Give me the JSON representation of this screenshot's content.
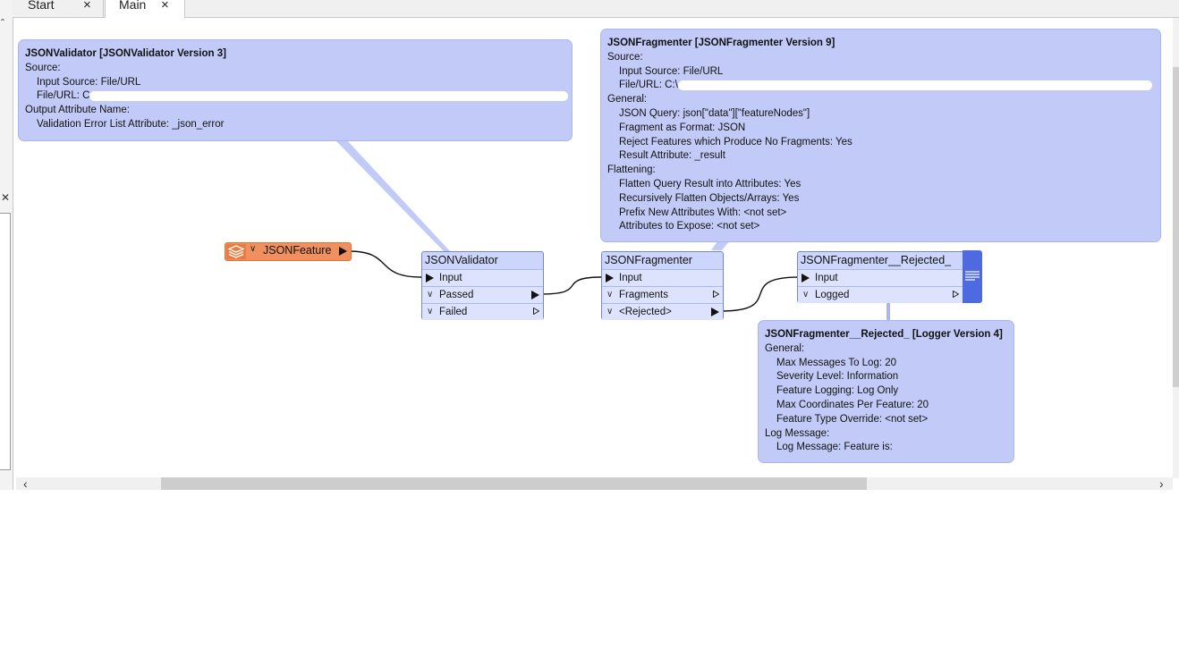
{
  "tabs": [
    {
      "label": "Start",
      "close": "×"
    },
    {
      "label": "Main",
      "close": "×"
    }
  ],
  "left_strip": {
    "glyphs": [
      "ˆ",
      "✕",
      "…"
    ]
  },
  "scroll": {
    "left": "‹",
    "right": "›"
  },
  "colors": {
    "annotation_bg": "#c2cbf8",
    "transformer_bg": "#ccd5fb",
    "transformer_border": "#6f86e6",
    "reader_bg": "#f0905e",
    "logger_accent": "#4d6ae0"
  },
  "annotations": {
    "validator": {
      "title": "JSONValidator [JSONValidator Version 3]",
      "lines": [
        "Source:",
        "Input Source: File/URL",
        "File/URL: C",
        "Output Attribute Name:",
        "Validation Error List Attribute: _json_error"
      ]
    },
    "fragmenter": {
      "title": "JSONFragmenter [JSONFragmenter Version 9]",
      "lines": [
        "Source:",
        "Input Source: File/URL",
        "File/URL: C:\\",
        "General:",
        "JSON Query: json[\"data\"][\"featureNodes\"]",
        "Fragment as Format: JSON",
        "Reject Features which Produce No Fragments: Yes",
        "Result Attribute: _result",
        "Flattening:",
        "Flatten Query Result into Attributes: Yes",
        "Recursively Flatten Objects/Arrays: Yes",
        "Prefix New Attributes With: <not set>",
        "Attributes to Expose: <not set>"
      ]
    },
    "logger": {
      "title": "JSONFragmenter__Rejected_ [Logger Version 4]",
      "lines": [
        "General:",
        "Max Messages To Log: 20",
        "Severity Level: Information",
        "Feature Logging: Log Only",
        "Max Coordinates Per Feature: 20",
        "Feature Type Override: <not set>",
        "Log Message:",
        "Log Message: Feature is:"
      ]
    }
  },
  "reader": {
    "chevron": "∨",
    "name": "JSONFeature",
    "icon": "layers-icon"
  },
  "transformers": {
    "validator": {
      "name": "JSONValidator",
      "ports": [
        "Input",
        "Passed",
        "Failed"
      ]
    },
    "fragmenter": {
      "name": "JSONFragmenter",
      "ports": [
        "Input",
        "Fragments",
        "<Rejected>"
      ]
    },
    "logger": {
      "name": "JSONFragmenter__Rejected_",
      "ports": [
        "Input",
        "Logged"
      ]
    }
  },
  "port_chevron": "∨"
}
